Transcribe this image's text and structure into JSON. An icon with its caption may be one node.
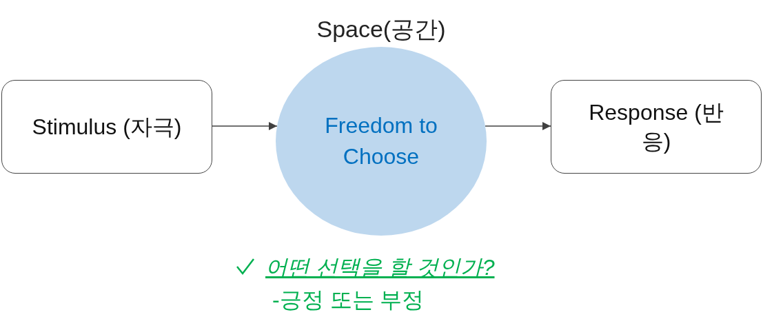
{
  "diagram": {
    "nodes": [
      {
        "text": [
          "Stimulus (자극)"
        ]
      },
      {
        "text": [
          "Space(공간)",
          "Freedom to Choose"
        ]
      },
      {
        "text": [
          "Response (반응)"
        ]
      }
    ],
    "edges": [
      {
        "from": 0,
        "to": 1,
        "arrow": "to"
      },
      {
        "from": 1,
        "to": 2,
        "arrow": "to"
      }
    ],
    "labels": [
      "어떤 선택을 할 것인가?",
      "-긍정 또는 부정"
    ]
  }
}
